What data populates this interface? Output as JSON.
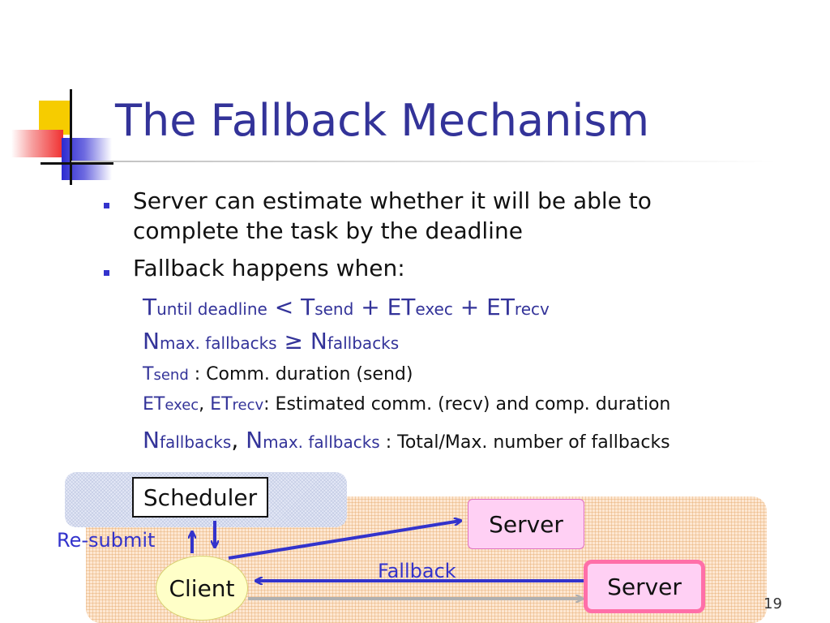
{
  "slide": {
    "title": "The Fallback Mechanism",
    "page_number": "19"
  },
  "bullets": [
    {
      "line1": "Server can estimate whether it will be able to",
      "line2": "complete the task by the deadline"
    },
    {
      "line1": "Fallback happens when:"
    }
  ],
  "formulas": {
    "f1": {
      "t": "T",
      "t_sub": "until deadline",
      "lt": " < ",
      "t2": "T",
      "t2_sub": "send",
      "plus1": " + ",
      "et1": "ET",
      "et1_sub": "exec",
      "plus2": " + ",
      "et2": "ET",
      "et2_sub": "recv"
    },
    "f2": {
      "n1": "N",
      "n1_sub": "max. fallbacks",
      "geq": " ≥ ",
      "n2": "N",
      "n2_sub": "fallbacks"
    }
  },
  "definitions": {
    "d1": {
      "sym": "T",
      "sym_sub": "send",
      "text": " : Comm. duration (send)"
    },
    "d2": {
      "sym1": "ET",
      "sym1_sub": "exec",
      "comma": ", ",
      "sym2": "ET",
      "sym2_sub": "recv",
      "text": ": Estimated comm. (recv) and comp. duration"
    },
    "d3": {
      "sym1": "N",
      "sym1_sub": "fallbacks",
      "comma": ", ",
      "sym2": "N",
      "sym2_sub": "max. fallbacks",
      "text": " : Total/Max. number of fallbacks"
    }
  },
  "diagram": {
    "scheduler": "Scheduler",
    "server_top": "Server",
    "server_bottom": "Server",
    "client": "Client",
    "resubmit": "Re-submit",
    "fallback": "Fallback"
  },
  "colors": {
    "title": "#333399",
    "bullet": "#3333cc",
    "arrow_blue": "#3333cc",
    "arrow_gray": "#b0b0b0",
    "server_fill": "#ffd0f4",
    "server_border": "#ff6fa8",
    "client_fill": "#ffffc8"
  }
}
